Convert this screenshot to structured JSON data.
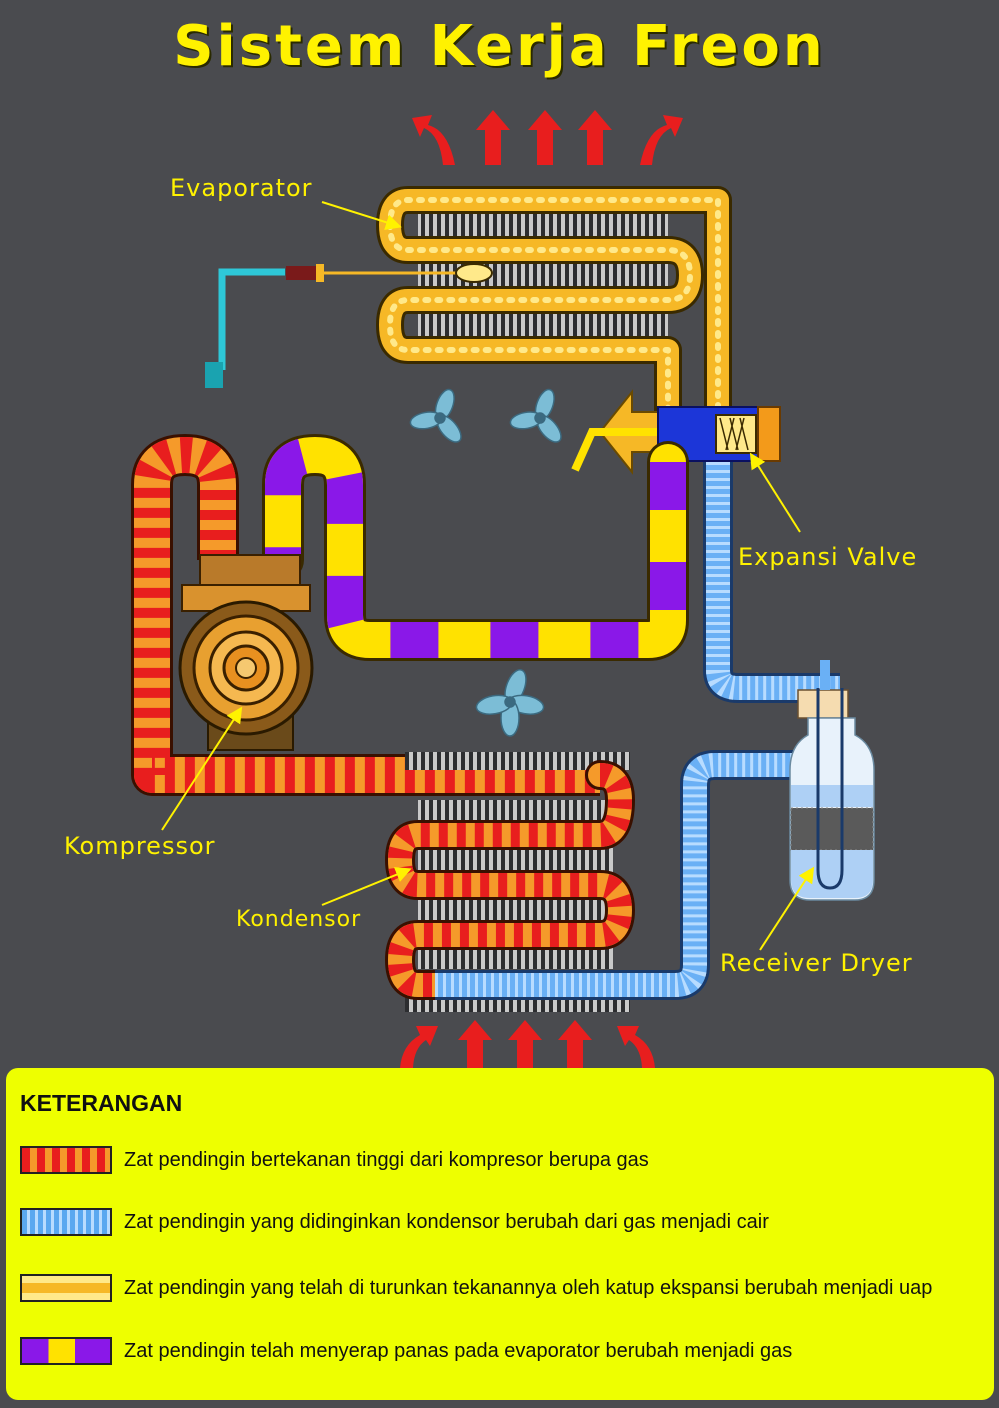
{
  "title": "Sistem Kerja Freon",
  "labels": {
    "evaporator": "Evaporator",
    "expansion_valve": "Expansi Valve",
    "compressor": "Kompressor",
    "condenser": "Kondensor",
    "receiver_dryer": "Receiver Dryer"
  },
  "colors": {
    "background": "#4a4b4f",
    "title": "#fff200",
    "legend_bg": "#eeff00",
    "high_pressure_gas": "#e81e1e",
    "liquid": "#6ab0f5",
    "vapor": "#f6b826",
    "gas": "#8a18e8"
  },
  "legend": {
    "title": "KETERANGAN",
    "items": [
      {
        "swatch": "red-orange-striped-pipe",
        "text": "Zat pendingin bertekanan tinggi dari kompresor berupa gas"
      },
      {
        "swatch": "blue-ribbed-pipe",
        "text": "Zat pendingin yang didinginkan kondensor berubah dari gas menjadi cair"
      },
      {
        "swatch": "yellow-pipe",
        "text": "Zat pendingin yang telah di turunkan tekanannya oleh katup ekspansi berubah menjadi uap"
      },
      {
        "swatch": "purple-yellow-pipe",
        "text": "Zat pendingin telah menyerap panas pada evaporator berubah menjadi gas"
      }
    ]
  }
}
